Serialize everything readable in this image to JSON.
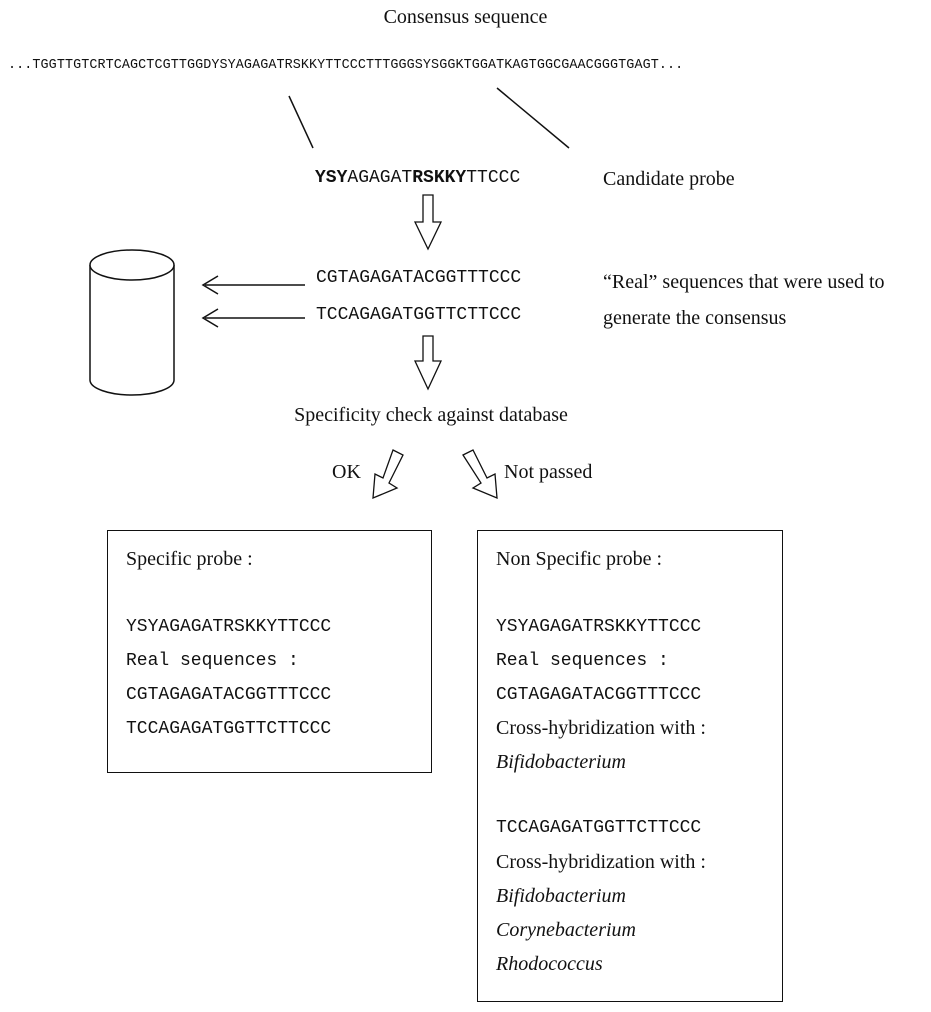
{
  "title": "Consensus sequence",
  "consensus_sequence": "...TGGTTGTCRTCAGCTCGTTGGDYSYAGAGATRSKKYTTCCCTTTGGGSYSGGKTGGATKAGTGGCGAACGGGTGAGT...",
  "candidate_probe": {
    "parts": [
      {
        "text": "YSY",
        "bold": true
      },
      {
        "text": "AGAGAT",
        "bold": false
      },
      {
        "text": "RSKKY",
        "bold": true
      },
      {
        "text": "TTCCC",
        "bold": false
      }
    ],
    "caption": "Candidate probe"
  },
  "real_sequences": {
    "seq1": "CGTAGAGATACGGTTTCCC",
    "seq2": "TCCAGAGATGGTTCTTCCC",
    "caption_line1": "“Real” sequences that were used to",
    "caption_line2": "generate the consensus"
  },
  "specificity_check": "Specificity check against database",
  "branch_ok": "OK",
  "branch_not_passed": "Not passed",
  "specific_box": {
    "title": "Specific probe :",
    "probe": "YSYAGAGATRSKKYTTCCC",
    "real_label": "Real sequences :",
    "seq1": "CGTAGAGATACGGTTTCCC",
    "seq2": "TCCAGAGATGGTTCTTCCC"
  },
  "nonspecific_box": {
    "title": "Non Specific probe :",
    "probe": "YSYAGAGATRSKKYTTCCC",
    "real_label": "Real sequences :",
    "seq1": "CGTAGAGATACGGTTTCCC",
    "cross1_label": "Cross-hybridization with :",
    "cross1_organisms": [
      "Bifidobacterium"
    ],
    "seq2": "TCCAGAGATGGTTCTTCCC",
    "cross2_label": "Cross-hybridization with :",
    "cross2_organisms": [
      "Bifidobacterium",
      "Corynebacterium",
      "Rhodococcus"
    ]
  }
}
